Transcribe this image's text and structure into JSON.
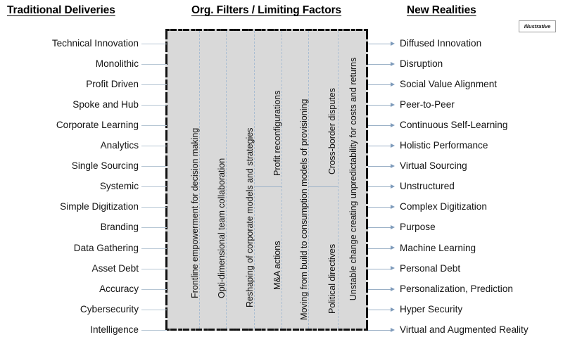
{
  "headings": {
    "left": "Traditional Deliveries",
    "middle": "Org. Filters / Limiting Factors",
    "right": "New Realities"
  },
  "badge": {
    "label": "Illustrative"
  },
  "colors": {
    "box_fill": "#d9d9d9",
    "box_border": "#111111",
    "divider": "#a9bdd2",
    "connector_left": "#b6c6d4",
    "connector_right": "#9ab0c6",
    "arrow": "#7e9bbb",
    "text": "#141414"
  },
  "rows": [
    {
      "traditional": "Technical Innovation",
      "reality": "Diffused Innovation"
    },
    {
      "traditional": "Monolithic",
      "reality": "Disruption"
    },
    {
      "traditional": "Profit Driven",
      "reality": "Social Value Alignment"
    },
    {
      "traditional": "Spoke and Hub",
      "reality": "Peer-to-Peer"
    },
    {
      "traditional": "Corporate Learning",
      "reality": "Continuous Self-Learning"
    },
    {
      "traditional": "Analytics",
      "reality": "Holistic Performance"
    },
    {
      "traditional": "Single Sourcing",
      "reality": "Virtual Sourcing"
    },
    {
      "traditional": "Systemic",
      "reality": "Unstructured"
    },
    {
      "traditional": "Simple Digitization",
      "reality": "Complex Digitization"
    },
    {
      "traditional": "Branding",
      "reality": "Purpose"
    },
    {
      "traditional": "Data Gathering",
      "reality": "Machine Learning"
    },
    {
      "traditional": "Asset Debt",
      "reality": "Personal Debt"
    },
    {
      "traditional": "Accuracy",
      "reality": "Personalization, Prediction"
    },
    {
      "traditional": "Cybersecurity",
      "reality": "Hyper Security"
    },
    {
      "traditional": "Intelligence",
      "reality": "Virtual and Augmented Reality"
    }
  ],
  "filters": [
    {
      "label": "Frontline empowerment for decision making"
    },
    {
      "label": "Opti-dimensional team collaboration"
    },
    {
      "label": "Reshaping of corporate models and strategies"
    },
    {
      "label": "Profit reconfigurations"
    },
    {
      "label": "M&A actions"
    },
    {
      "label": "Moving from build to consumption models of provisioning"
    },
    {
      "label": "Cross-border disputes"
    },
    {
      "label": "Political directives"
    },
    {
      "label": "Unstable change creating unpredictability for costs and returns"
    }
  ]
}
